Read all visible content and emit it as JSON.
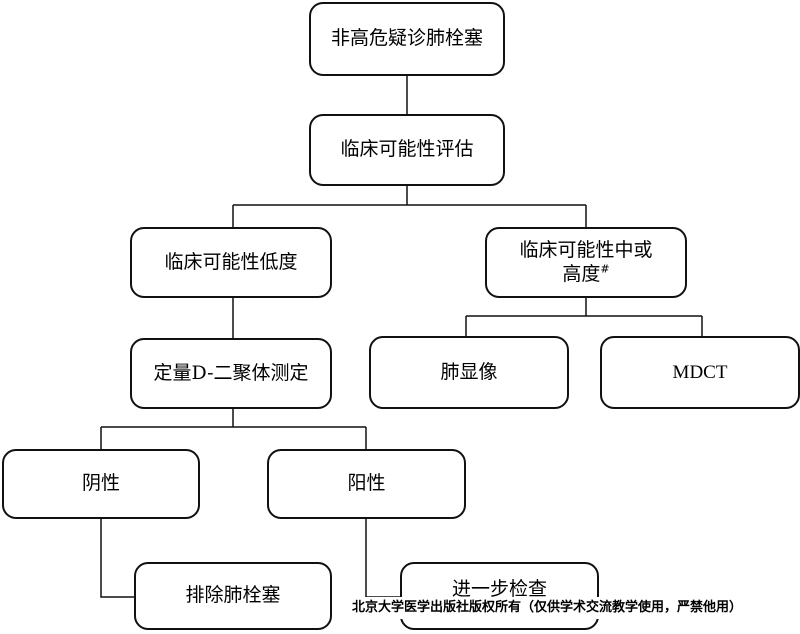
{
  "nodes": {
    "start": "非高危疑诊肺栓塞",
    "assess": "临床可能性评估",
    "low": "临床可能性低度",
    "mid_line1": "临床可能性中或",
    "mid_line2": "高度",
    "mid_mark": "#",
    "ddimer": "定量D-二聚体测定",
    "scan": "肺显像",
    "mdct": "MDCT",
    "neg": "阴性",
    "pos": "阳性",
    "exclude": "排除肺栓塞",
    "further": "进一步检查"
  },
  "footer": "北京大学医学出版社版权所有（仅供学术交流教学使用，严禁他用）"
}
